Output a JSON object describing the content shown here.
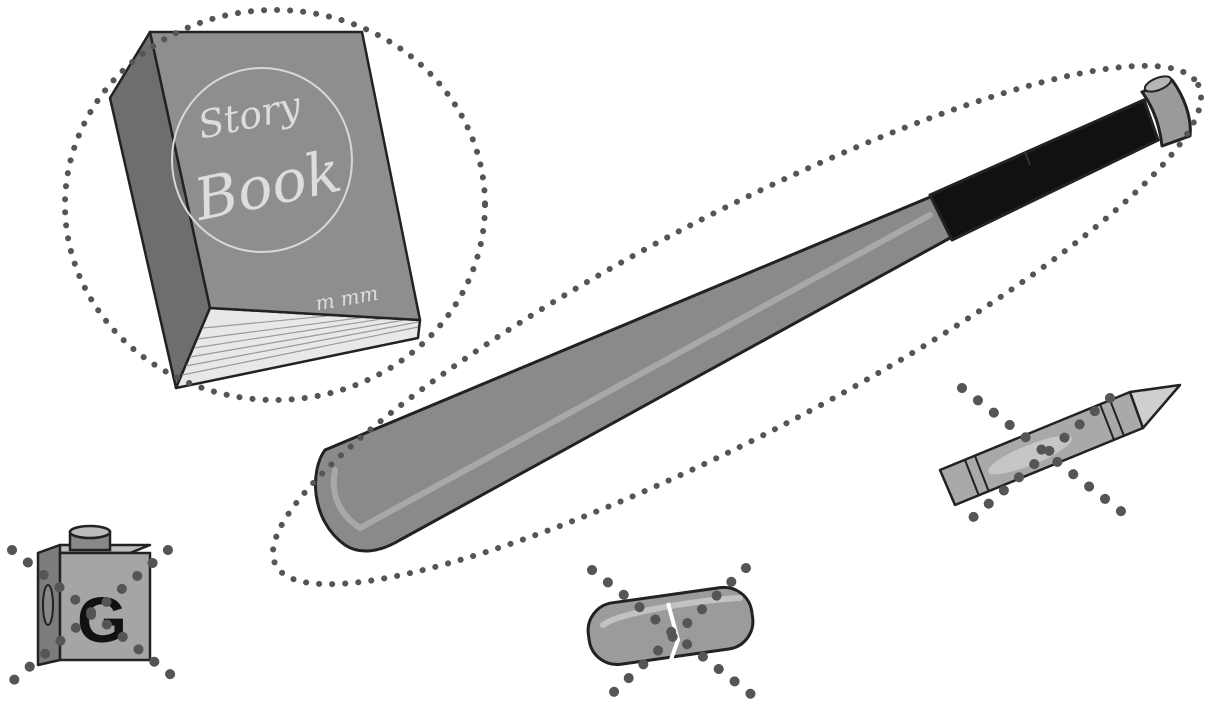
{
  "illustration": {
    "book": {
      "title_line1": "Story",
      "title_line2": "Book",
      "author_scribble": "m mm",
      "state": "circled",
      "color": "#8e8e8e"
    },
    "bat": {
      "state": "circled",
      "color": "#8a8a8a",
      "grip_color": "#111111"
    },
    "block": {
      "letter": "G",
      "state": "crossed-out",
      "color": "#a5a5a5"
    },
    "eraser": {
      "state": "crossed-out",
      "color": "#9b9b9b"
    },
    "crayon": {
      "state": "crossed-out",
      "color": "#a9a9a9"
    },
    "colors": {
      "outline": "#222222",
      "dots": "#555555",
      "background": "#ffffff"
    }
  }
}
